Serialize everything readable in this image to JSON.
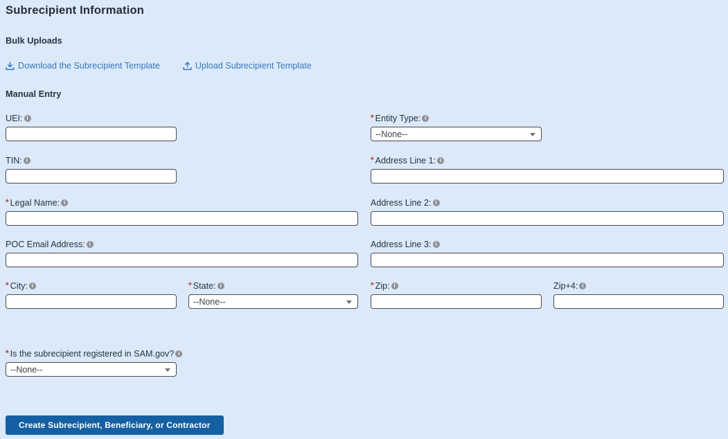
{
  "header": {
    "title": "Subrecipient Information"
  },
  "ui": {
    "required_marker": "*",
    "info_glyph": "i"
  },
  "colors": {
    "page_background": "#dbe9f9",
    "link_blue": "#3779be",
    "button_blue": "#1560a2",
    "required_red": "#c23934",
    "input_border": "#4a4a4c"
  },
  "bulk_uploads": {
    "heading": "Bulk Uploads",
    "download_label": "Download the Subrecipient Template",
    "upload_label": "Upload Subrecipient Template"
  },
  "manual_entry": {
    "heading": "Manual Entry"
  },
  "fields": {
    "uei": {
      "label": "UEI:",
      "required": false,
      "value": ""
    },
    "entity_type": {
      "label": "Entity Type:",
      "required": true,
      "value": "--None--"
    },
    "tin": {
      "label": "TIN:",
      "required": false,
      "value": ""
    },
    "address1": {
      "label": "Address Line 1:",
      "required": true,
      "value": ""
    },
    "legal_name": {
      "label": "Legal Name:",
      "required": true,
      "value": ""
    },
    "address2": {
      "label": "Address Line 2:",
      "required": false,
      "value": ""
    },
    "poc_email": {
      "label": "POC Email Address:",
      "required": false,
      "value": ""
    },
    "address3": {
      "label": "Address Line 3:",
      "required": false,
      "value": ""
    },
    "city": {
      "label": "City:",
      "required": true,
      "value": ""
    },
    "state": {
      "label": "State:",
      "required": true,
      "value": "--None--"
    },
    "zip": {
      "label": "Zip:",
      "required": true,
      "value": ""
    },
    "zip4": {
      "label": "Zip+4:",
      "required": false,
      "value": ""
    },
    "sam": {
      "label": "Is the subrecipient registered in SAM.gov?",
      "required": true,
      "value": "--None--"
    }
  },
  "footer": {
    "create_button_label": "Create Subrecipient, Beneficiary, or Contractor"
  }
}
